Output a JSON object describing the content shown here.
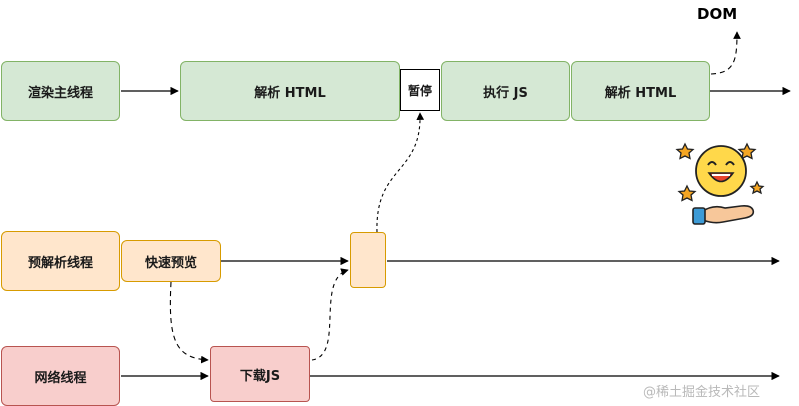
{
  "rows": {
    "render": {
      "label": "渲染主线程",
      "segments": [
        "解析 HTML",
        "暂停",
        "执行 JS",
        "解析 HTML"
      ]
    },
    "preparse": {
      "label": "预解析线程",
      "segments": [
        "快速预览"
      ]
    },
    "network": {
      "label": "网络线程",
      "segments": [
        "下载JS"
      ]
    }
  },
  "output_label": "DOM",
  "watermark": "@稀土掘金技术社区",
  "colors": {
    "render_fill": "#d5e8d4",
    "render_border": "#82b366",
    "preparse_fill": "#ffe6cc",
    "preparse_border": "#d79b00",
    "network_fill": "#f8cecc",
    "network_border": "#b85450"
  },
  "icons": [
    "smiling-face-with-stars-icon"
  ]
}
